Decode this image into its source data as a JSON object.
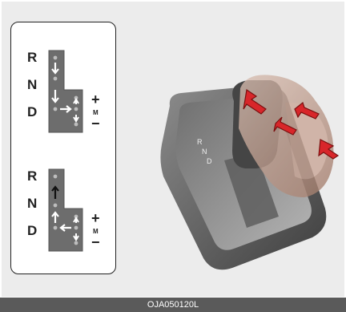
{
  "top_gate": {
    "labels": {
      "r": "R",
      "n": "N",
      "d": "D"
    },
    "plus": "+",
    "m": "M",
    "minus": "−"
  },
  "bottom_gate": {
    "labels": {
      "r": "R",
      "n": "N",
      "d": "D"
    },
    "plus": "+",
    "m": "M",
    "minus": "−"
  },
  "shifter_lettering": {
    "p": "R",
    "n": "N",
    "d": "D"
  },
  "caption": "OJA050120L",
  "colors": {
    "gate_plate": "#6d6d6d",
    "arrow_red": "#d8262a",
    "caption_bar": "#5a5a5a"
  }
}
